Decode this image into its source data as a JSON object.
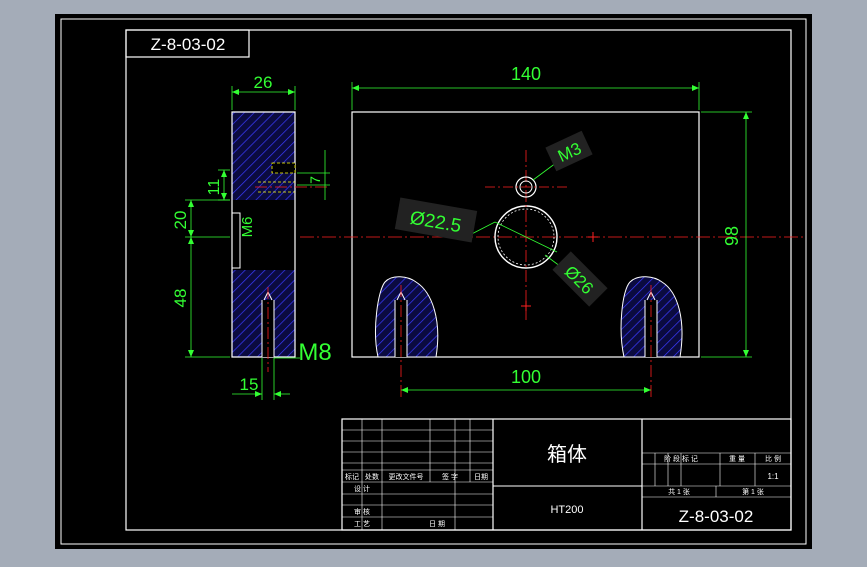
{
  "drawing_number": "Z-8-03-02",
  "dimensions": {
    "left_view_width": "26",
    "height_11": "11",
    "height_20": "20",
    "height_48": "48",
    "depth_7": "7",
    "thread_m6": "M6",
    "thread_m8": "M8",
    "width_15": "15",
    "overall_width": "140",
    "hole_spacing": "100",
    "overall_height": "98",
    "thread_m3": "M3",
    "diameter_22_5": "Ø22.5",
    "diameter_26": "Ø26"
  },
  "title_block": {
    "part_name": "箱体",
    "material": "HT200",
    "drawing_number": "Z-8-03-02",
    "scale": "1:1",
    "revision_headers": [
      "标记",
      "处数",
      "更改文件号",
      "签 字",
      "日期"
    ],
    "row_design": "设 计",
    "row_review": "审 核",
    "row_process": "工 艺",
    "row_date": "日 期",
    "stage_label": "阶 段 标 记",
    "weight_label": "重 量",
    "scale_label": "比 例",
    "sheets_total": "共 1 张",
    "sheet_no": "第 1 张"
  },
  "colors": {
    "background": "#000000",
    "window": "#a4acb8",
    "outline": "#ffffff",
    "dimension": "#33ff33",
    "centerline": "#ff2020",
    "hatch": "#3030ff",
    "hidden": "#ffff00"
  }
}
